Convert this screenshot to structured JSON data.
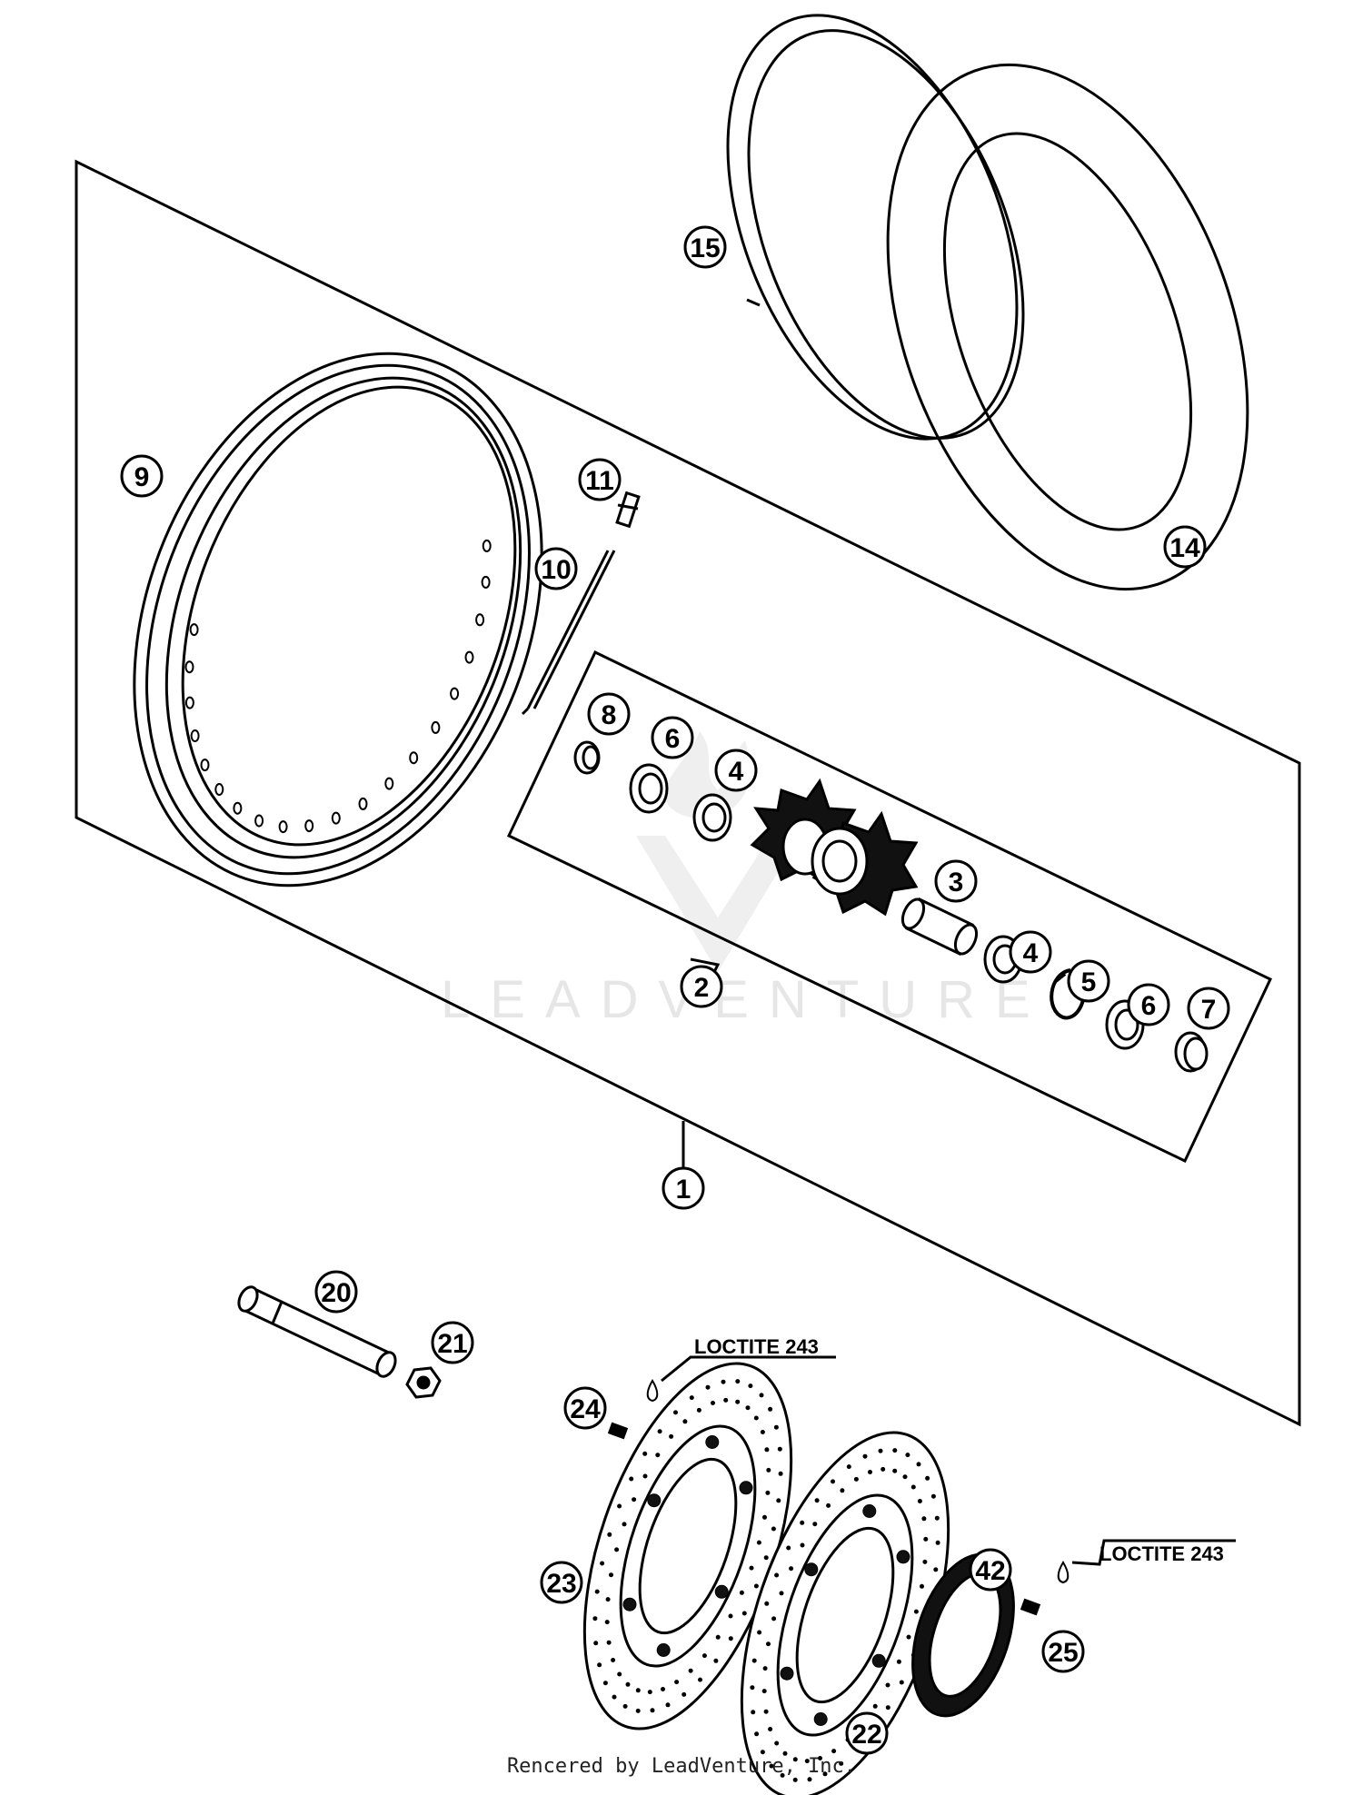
{
  "callouts": {
    "c1": "1",
    "c2": "2",
    "c3": "3",
    "c4a": "4",
    "c4b": "4",
    "c5": "5",
    "c6a": "6",
    "c6b": "6",
    "c7": "7",
    "c8": "8",
    "c9": "9",
    "c10": "10",
    "c11": "11",
    "c14": "14",
    "c15": "15",
    "c20": "20",
    "c21": "21",
    "c22": "22",
    "c23": "23",
    "c24": "24",
    "c25": "25",
    "c42": "42"
  },
  "notes": {
    "loctite_left": "LOCTITE 243",
    "loctite_right": "LOCTITE 243"
  },
  "watermark": "LEADVENTURE",
  "footer": "Rencered by LeadVenture, Inc."
}
